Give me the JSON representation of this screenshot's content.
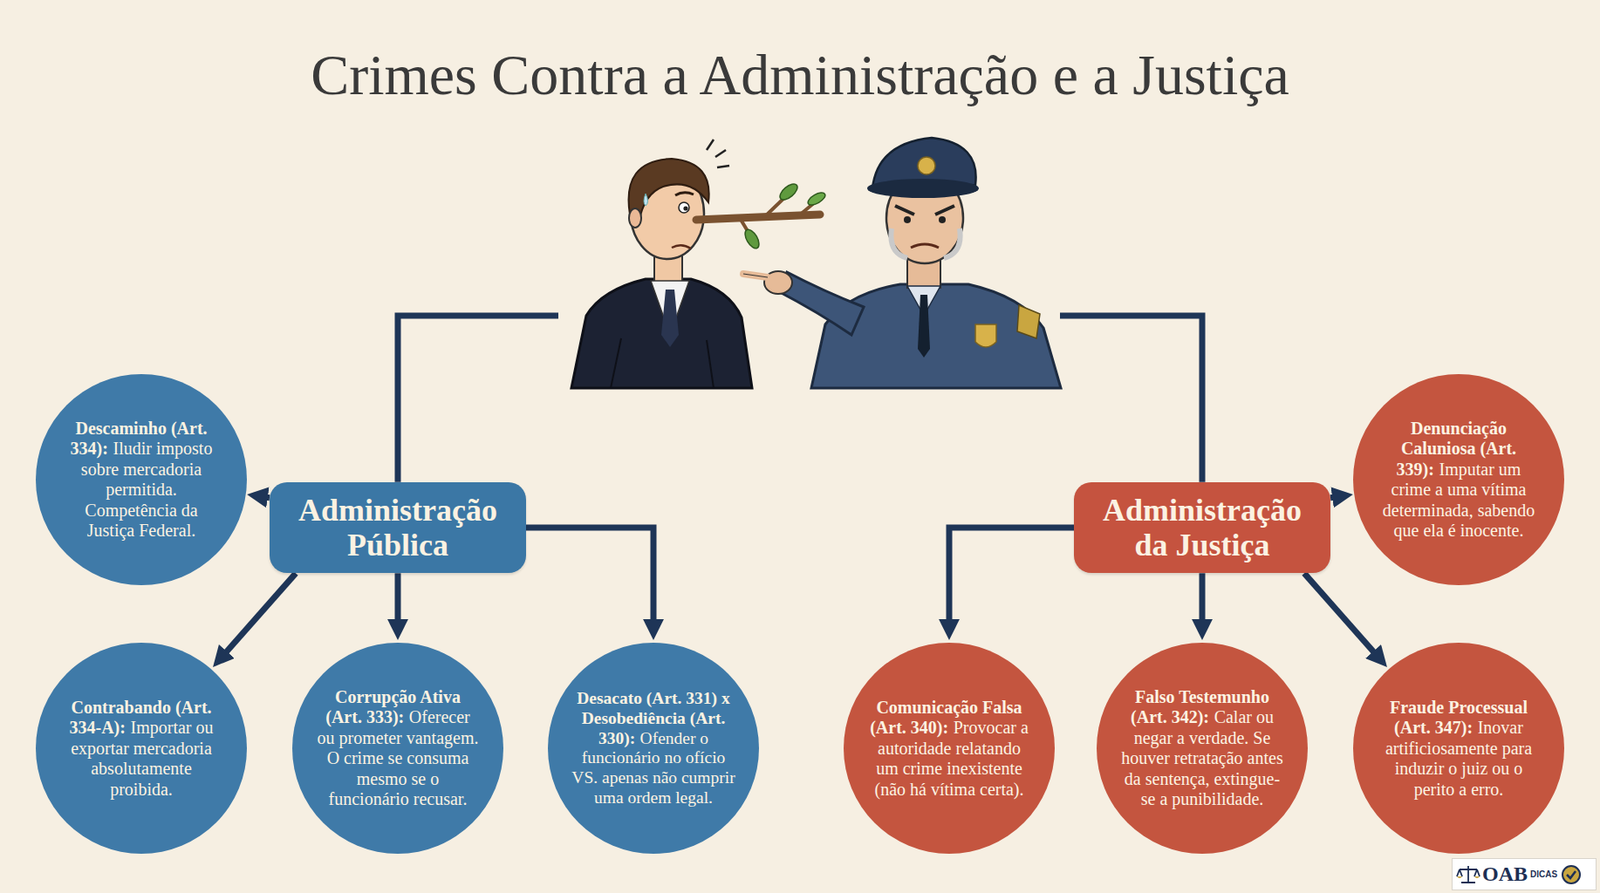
{
  "diagram": {
    "title": "Crimes Contra a Administração e a Justiça",
    "nodes": [
      {
        "text": [
          "Administração Pública"
        ]
      },
      {
        "text": [
          "Descaminho (Art. 334):",
          "Iludir imposto sobre mercadoria permitida. Competência da Justiça Federal."
        ]
      },
      {
        "text": [
          "Contrabando (Art. 334-A):",
          "Importar ou exportar mercadoria absolutamente proibida."
        ]
      },
      {
        "text": [
          "Corrupção Ativa (Art. 333):",
          "Oferecer ou prometer vantagem. O crime se consuma mesmo se o funcionário recusar."
        ]
      },
      {
        "text": [
          "Desacato (Art. 331) x Desobediência (Art. 330):",
          "Ofender o funcionário no ofício VS. apenas não cumprir uma ordem legal."
        ]
      },
      {
        "text": [
          "Administração da Justiça"
        ]
      },
      {
        "text": [
          "Denunciação Caluniosa (Art. 339):",
          "Imputar um crime a uma vítima determinada, sabendo que ela é inocente."
        ]
      },
      {
        "text": [
          "Comunicação Falsa (Art. 340):",
          "Provocar a autoridade relatando um crime inexistente (não há vítima certa)."
        ]
      },
      {
        "text": [
          "Falso Testemunho (Art. 342):",
          "Calar ou negar a verdade. Se houver retratação antes da sentença, extingue-se a punibilidade."
        ]
      },
      {
        "text": [
          "Fraude Processual (Art. 347):",
          "Inovar artificiosamente para induzir o juiz ou o perito a erro."
        ]
      }
    ],
    "edges": [
      {
        "from": 0,
        "to": 1,
        "arrow": "to"
      },
      {
        "from": 0,
        "to": 2,
        "arrow": "to"
      },
      {
        "from": 0,
        "to": 3,
        "arrow": "to"
      },
      {
        "from": 0,
        "to": 4,
        "arrow": "to"
      },
      {
        "from": 5,
        "to": 6,
        "arrow": "to"
      },
      {
        "from": 5,
        "to": 7,
        "arrow": "to"
      },
      {
        "from": 5,
        "to": 8,
        "arrow": "to"
      },
      {
        "from": 5,
        "to": 9,
        "arrow": "to"
      }
    ],
    "labels": [
      "OAB",
      "DICAS"
    ]
  }
}
